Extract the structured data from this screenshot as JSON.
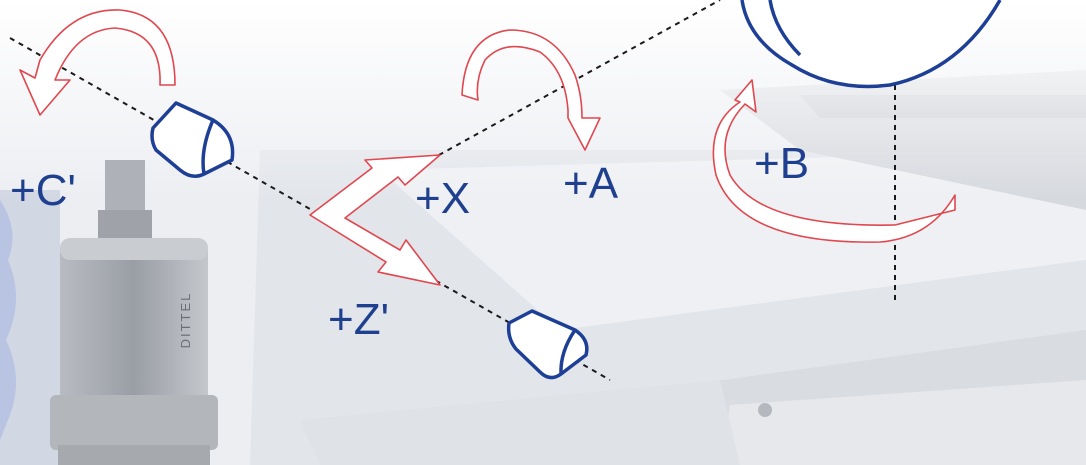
{
  "labels": {
    "c_prime": "+C'",
    "x": "+X",
    "a": "+A",
    "b": "+B",
    "z_prime": "+Z'"
  },
  "device_label": "DITTEL",
  "colors": {
    "label_text": "#1f3f8f",
    "component_outline": "#1e3f96",
    "rotation_arrow": "#e0474f",
    "axis_line": "#1a1a1a",
    "background_photo": "#e8ebf0"
  }
}
